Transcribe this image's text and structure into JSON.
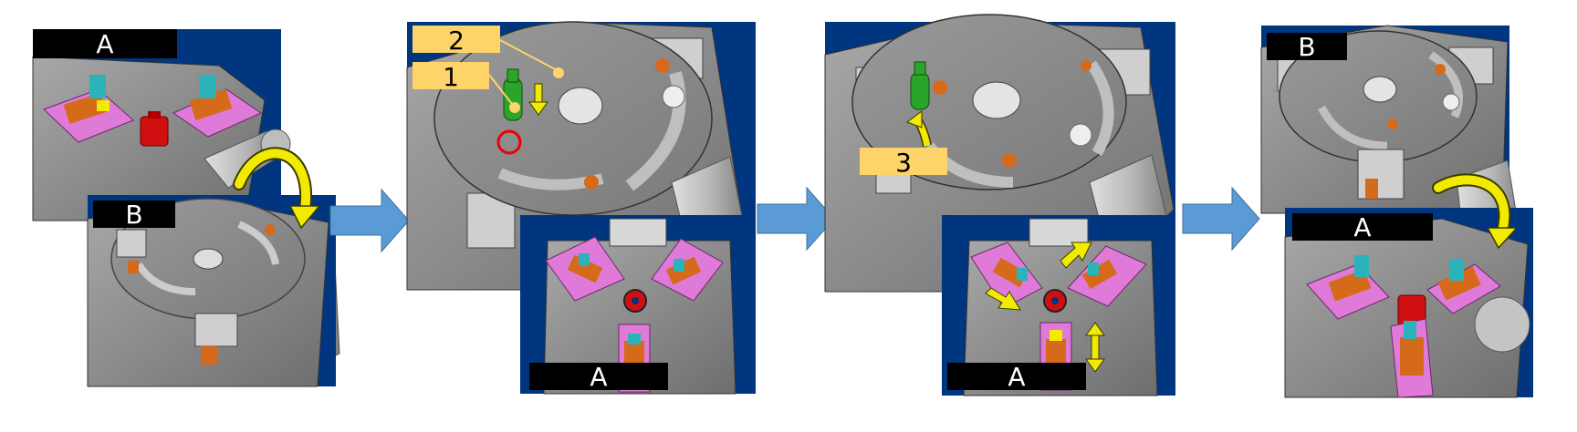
{
  "colors": {
    "panel_background": "#003580",
    "machine_plate": "#8c8c8c",
    "fixture_pink": "#e07ad8",
    "gripper_orange": "#d46a1a",
    "clamp_cyan": "#2ab3b8",
    "part_red": "#d01010",
    "part_green": "#2aa52a",
    "motion_arrow": "#f2ea00",
    "flow_arrow": "#5b9bd5",
    "label_black": "#000000",
    "label_yellow": "#fdd36a"
  },
  "stage1": {
    "top_label": "A",
    "bottom_label": "B"
  },
  "stage2": {
    "callout_2": "2",
    "callout_1": "1",
    "bottom_label": "A"
  },
  "stage3": {
    "callout_3": "3",
    "bottom_label": "A"
  },
  "stage4": {
    "top_label": "B",
    "bottom_label": "A"
  },
  "icons": [
    "flow-arrow-icon",
    "rotation-arrow-icon",
    "motion-arrow-icon"
  ]
}
